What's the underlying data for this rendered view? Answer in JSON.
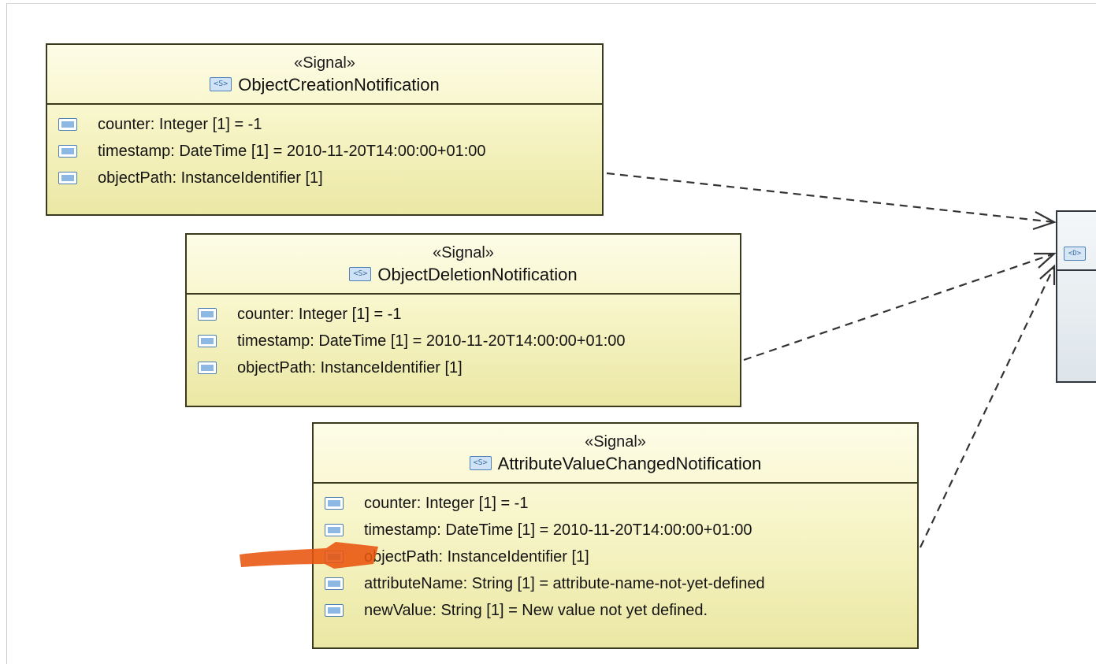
{
  "signals": [
    {
      "stereotype": "«Signal»",
      "name": "ObjectCreationNotification",
      "attributes": [
        "counter: Integer [1] = -1",
        "timestamp: DateTime [1] = 2010-11-20T14:00:00+01:00",
        "objectPath: InstanceIdentifier [1]"
      ]
    },
    {
      "stereotype": "«Signal»",
      "name": "ObjectDeletionNotification",
      "attributes": [
        "counter: Integer [1] = -1",
        "timestamp: DateTime [1] = 2010-11-20T14:00:00+01:00",
        "objectPath: InstanceIdentifier [1]"
      ]
    },
    {
      "stereotype": "«Signal»",
      "name": "AttributeValueChangedNotification",
      "attributes": [
        "counter: Integer [1] = -1",
        "timestamp: DateTime [1] = 2010-11-20T14:00:00+01:00",
        "objectPath: InstanceIdentifier [1]",
        "attributeName: String [1] = attribute-name-not-yet-defined",
        "newValue: String [1] = New value not yet defined."
      ]
    }
  ],
  "icons": {
    "signal": "signal-class-icon",
    "property": "property-icon",
    "datatype": "datatype-icon",
    "signal_glyph": "<S>",
    "datatype_glyph": "<D>"
  },
  "colors": {
    "signal_fill": "#f7f5c8",
    "marker": "#e8540c",
    "dependency_line": "#333333"
  }
}
